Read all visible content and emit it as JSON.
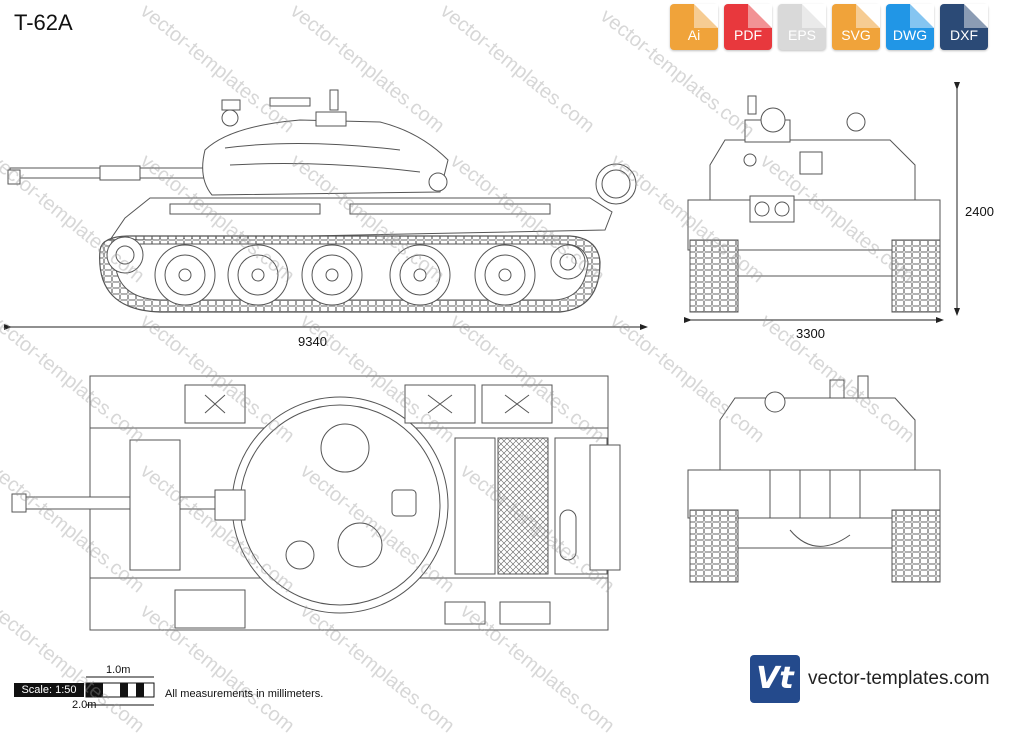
{
  "title": "T-62A",
  "formats": [
    {
      "label": "Ai",
      "color": "#f0a33a"
    },
    {
      "label": "PDF",
      "color": "#e8383d"
    },
    {
      "label": "EPS",
      "color": "#d9d9d9"
    },
    {
      "label": "SVG",
      "color": "#f0a33a"
    },
    {
      "label": "DWG",
      "color": "#2196e6"
    },
    {
      "label": "DXF",
      "color": "#2b4a76"
    }
  ],
  "dimensions": {
    "length": "9340",
    "width": "3300",
    "height": "2400"
  },
  "scale": {
    "label": "Scale: 1:50",
    "bar_top": "1.0m",
    "bar_bottom": "2.0m"
  },
  "note": "All measurements in millimeters.",
  "brand": {
    "name": "vector-templates.com",
    "logo_text": "Vt",
    "watermark": "vector-templates.com"
  }
}
